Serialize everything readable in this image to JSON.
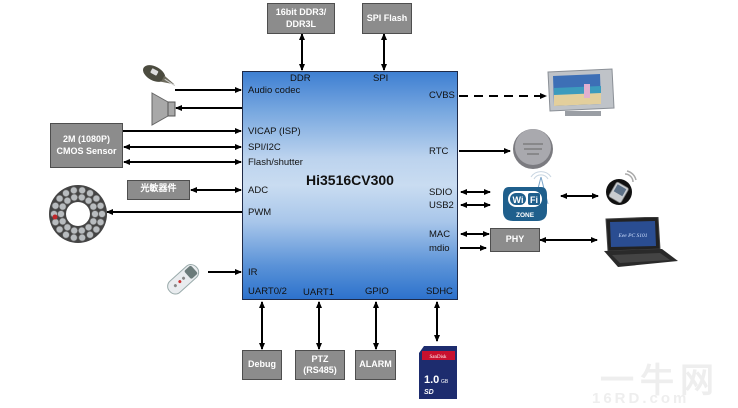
{
  "chip": {
    "name": "Hi3516CV300",
    "pins": {
      "ddr": "DDR",
      "spi": "SPI",
      "audio_codec": "Audio  codec",
      "vicap": "VICAP (ISP)",
      "spi_i2c": "SPI/I2C",
      "flash_shutter": "Flash/shutter",
      "adc": "ADC",
      "pwm": "PWM",
      "ir": "IR",
      "uart02": "UART0/2",
      "uart1": "UART1",
      "gpio": "GPIO",
      "sdhc": "SDHC",
      "cvbs": "CVBS",
      "rtc": "RTC",
      "sdio": "SDIO",
      "usb2": "USB2",
      "mac": "MAC",
      "mdio": "mdio"
    }
  },
  "blocks": {
    "ddr_mem": [
      "16bit DDR3/",
      "DDR3L"
    ],
    "spi_flash": "SPI Flash",
    "cmos_sensor": [
      "2M (1080P)",
      "CMOS Sensor"
    ],
    "light_sensor": "光敏器件",
    "debug": "Debug",
    "ptz": [
      "PTZ",
      "(RS485)"
    ],
    "alarm": "ALARM",
    "phy": "PHY"
  },
  "peripherals": {
    "microphone": "microphone",
    "speaker": "speaker",
    "ir_led_ring": "ir-led-ring",
    "remote_control": "remote-control",
    "tv": "tv-monitor",
    "coin_battery": "coin-battery",
    "wifi": {
      "top": "Wi",
      "box": "Fi",
      "label": "ZONE"
    },
    "pda": "handheld-device",
    "laptop": {
      "screen_text": "Eee PC S101"
    },
    "sd_card": {
      "brand": "SanDisk",
      "capacity": "1.0",
      "unit": "GB",
      "logo": "SD"
    }
  },
  "colors": {
    "chip_border": "#1e2a48",
    "gray_block": "#8c8c8c",
    "wifi_badge": "#1f5f8c",
    "arrow": "#000000"
  },
  "watermark": {
    "main": "一牛网",
    "sub": "16RD.com"
  }
}
